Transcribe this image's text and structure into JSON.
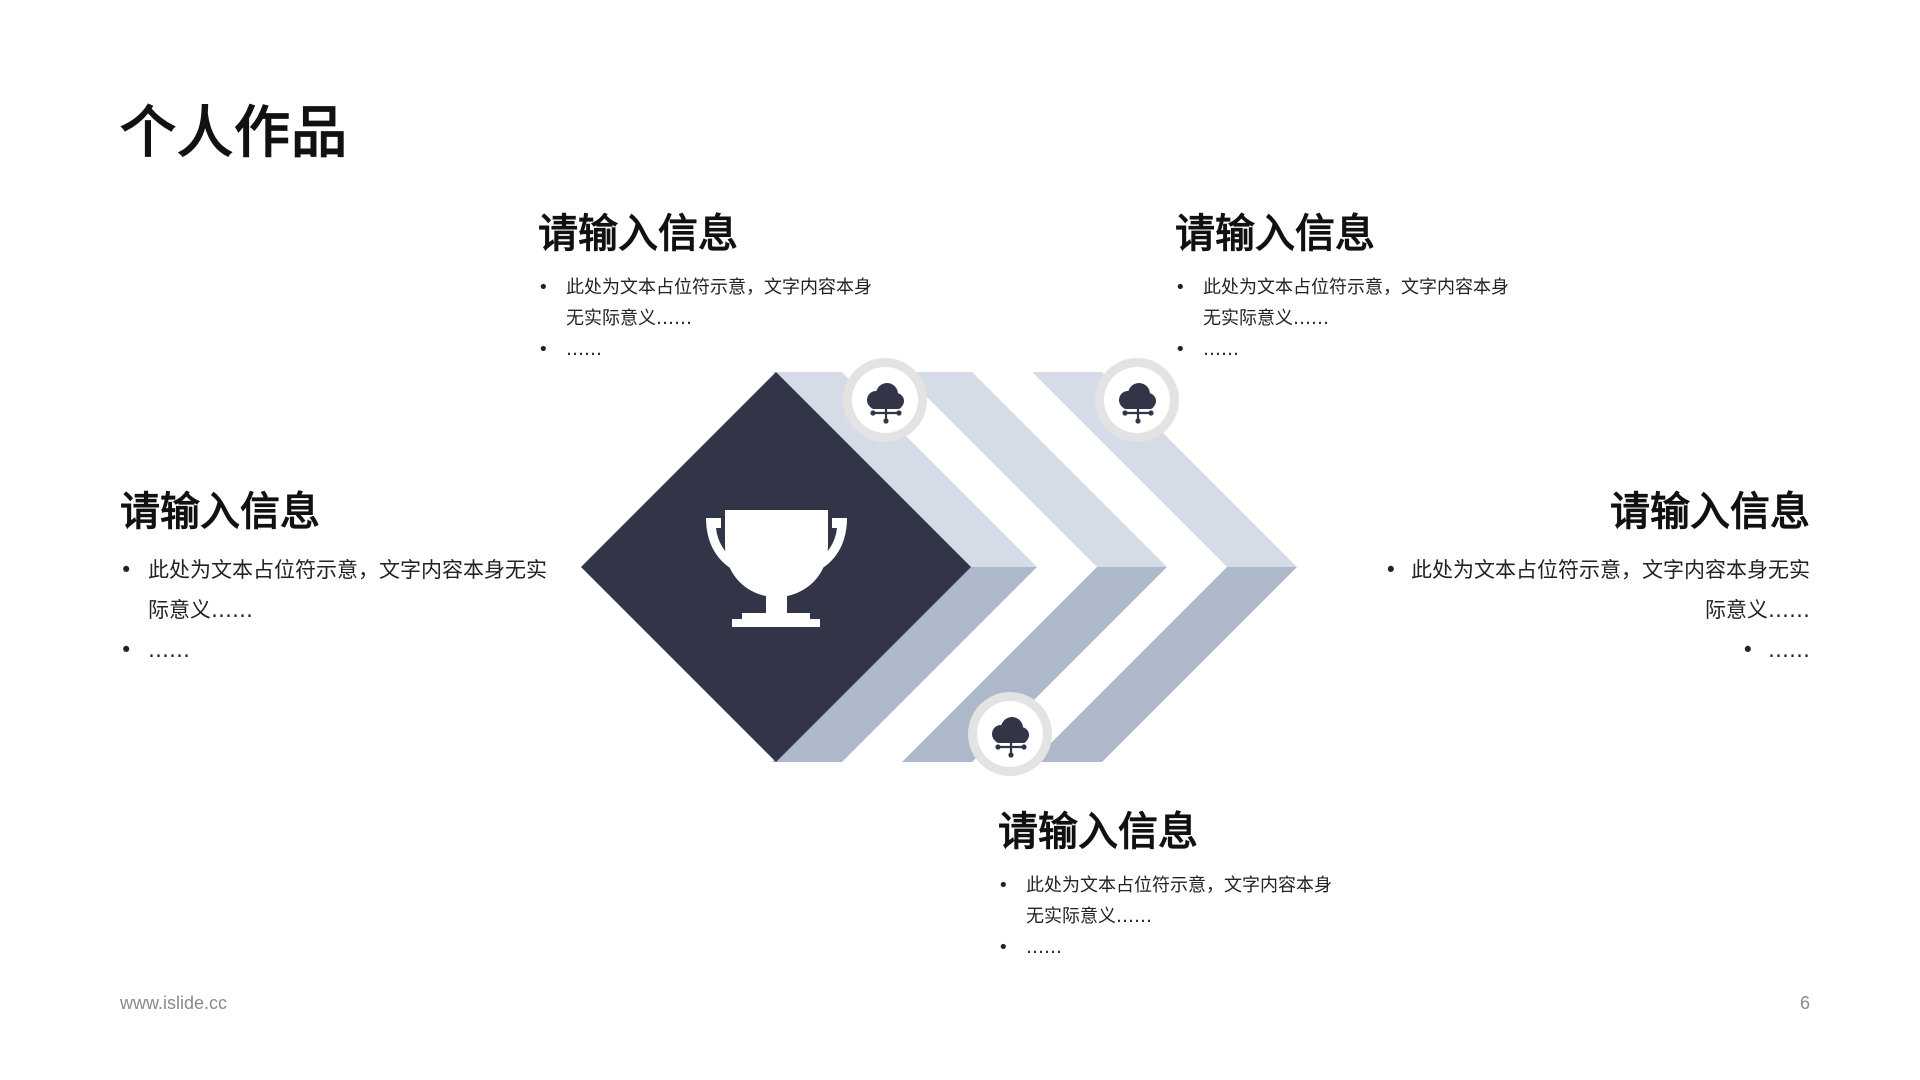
{
  "slide": {
    "title": "个人作品",
    "footer_url": "www.islide.cc",
    "page_number": "6"
  },
  "colors": {
    "dark_navy": "#323548",
    "chevron_light": "#d6dce7",
    "chevron_mid": "#adb8cb",
    "icon_ring": "#e3e3e3"
  },
  "icons": {
    "center": "trophy-icon",
    "badges": [
      "cloud-network-icon",
      "cloud-network-icon",
      "cloud-network-icon"
    ]
  },
  "blocks": {
    "top_left": {
      "heading": "请输入信息",
      "bullets": [
        "此处为文本占位符示意，文字内容本身无实际意义……",
        "……"
      ]
    },
    "top_right": {
      "heading": "请输入信息",
      "bullets": [
        "此处为文本占位符示意，文字内容本身无实际意义……",
        "……"
      ]
    },
    "left": {
      "heading": "请输入信息",
      "bullets": [
        "此处为文本占位符示意，文字内容本身无实际意义……",
        "……"
      ]
    },
    "right": {
      "heading": "请输入信息",
      "bullets": [
        "此处为文本占位符示意，文字内容本身无实际意义……",
        "……"
      ]
    },
    "bottom": {
      "heading": "请输入信息",
      "bullets": [
        "此处为文本占位符示意，文字内容本身无实际意义……",
        "……"
      ]
    }
  }
}
